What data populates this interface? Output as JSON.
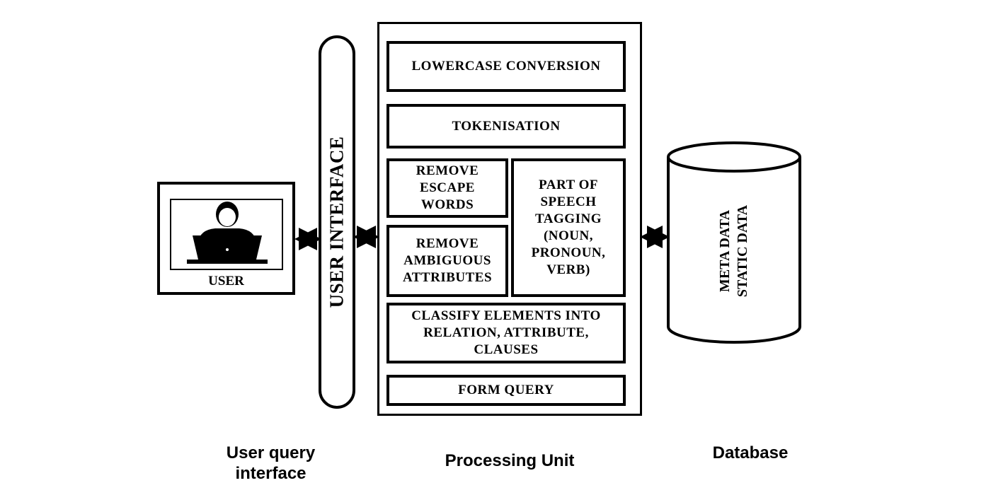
{
  "user": {
    "label": "USER"
  },
  "ui_bar": {
    "label": "USER INTERFACE"
  },
  "processing": {
    "steps": {
      "lowercase": "LOWERCASE CONVERSION",
      "tokenisation": "TOKENISATION",
      "escape": "REMOVE\nESCAPE\nWORDS",
      "ambiguous": "REMOVE\nAMBIGUOUS\nATTRIBUTES",
      "pos": "PART OF\nSPEECH\nTAGGING\n(NOUN,\nPRONOUN,\nVERB)",
      "classify": "CLASSIFY ELEMENTS INTO\nRELATION, ATTRIBUTE,\nCLAUSES",
      "form_query": "FORM QUERY"
    }
  },
  "database": {
    "line1": "META DATA",
    "line2": "STATIC DATA"
  },
  "captions": {
    "user_query_interface": "User query\ninterface",
    "processing_unit": "Processing Unit",
    "database": "Database"
  }
}
